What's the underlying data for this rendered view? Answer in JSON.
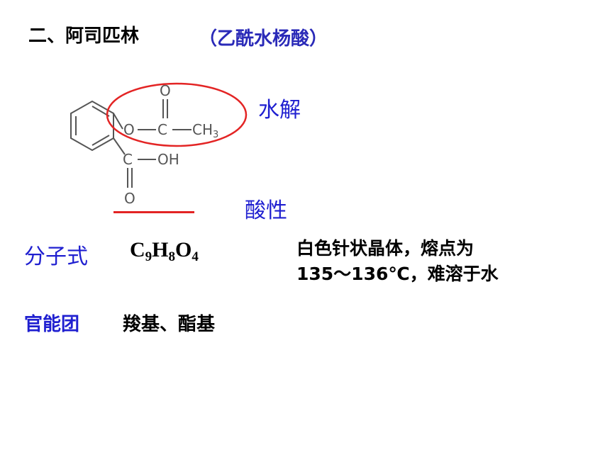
{
  "heading": "二、阿司匹林",
  "subheading": "（乙酰水杨酸）",
  "structure": {
    "atom_O": "O",
    "atom_C": "C",
    "atom_CH3": "CH",
    "atom_CH3_sub": "3",
    "atom_OH": "OH",
    "hydrolysis_label": "水解",
    "acidity_label": "酸性",
    "highlight_color": "#e32424"
  },
  "formula": {
    "label": "分子式",
    "C": "C",
    "C_n": "9",
    "H": "H",
    "H_n": "8",
    "O": "O",
    "O_n": "4"
  },
  "properties": {
    "line1": "白色针状晶体，熔点为",
    "line2": "135～136℃，难溶于水"
  },
  "functional_groups": {
    "label": "官能团",
    "value": "羧基、酯基"
  },
  "colors": {
    "accent_blue": "#1f1fd0",
    "subtitle_blue": "#2a2ab8",
    "red": "#e32424"
  }
}
